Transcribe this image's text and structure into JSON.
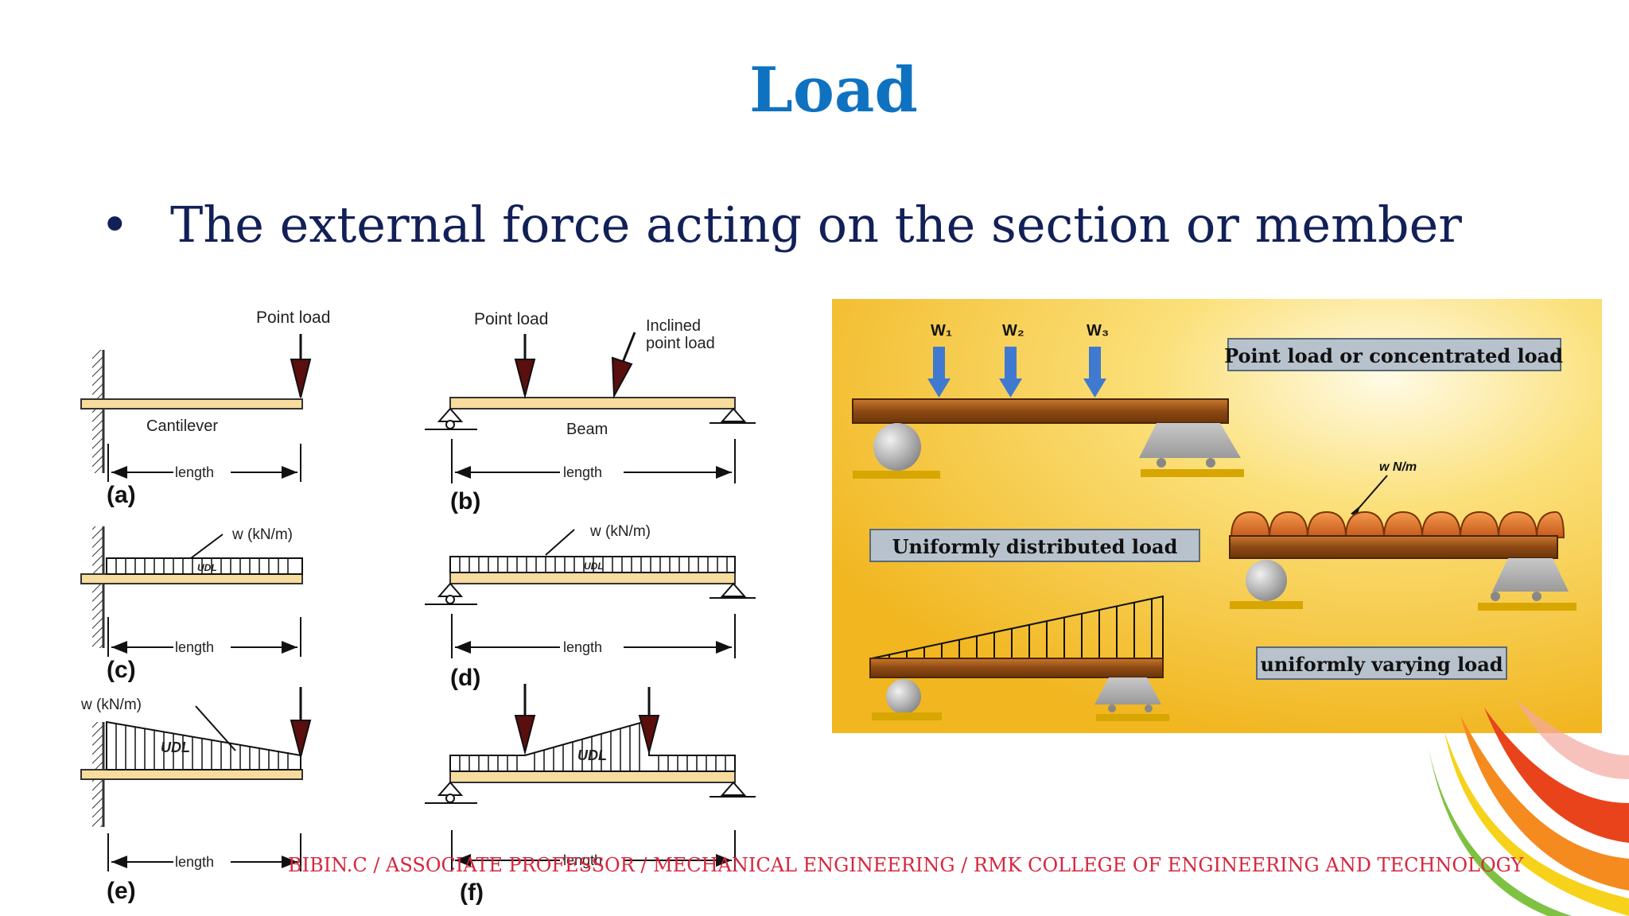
{
  "slide": {
    "title": "Load",
    "bullet": "The external force acting on the section or member",
    "footer": "BIBIN.C / ASSOCIATE PROFESSOR / MECHANICAL ENGINEERING / RMK COLLEGE OF ENGINEERING AND TECHNOLOGY"
  },
  "left_diagram": {
    "point_load": "Point load",
    "inclined_line1": "Inclined",
    "inclined_line2": "point load",
    "cantilever": "Cantilever",
    "beam": "Beam",
    "length": "length",
    "w_label": "w  (kN/m)",
    "udl": "UDL",
    "labels": [
      "(a)",
      "(b)",
      "(c)",
      "(d)",
      "(e)",
      "(f)"
    ]
  },
  "right_diagram": {
    "w1": "W₁",
    "w2": "W₂",
    "w3": "W₃",
    "point_load_box": "Point load or concentrated load",
    "udl_box": "Uniformly distributed load",
    "uvl_box": "uniformly varying load",
    "w_per_m": "w N/m"
  },
  "colors": {
    "title": "#0f72c1",
    "bullet": "#122057",
    "footer": "#d7263d",
    "beam_fill": "#f8dc9e",
    "arrow": "#5a0e0e",
    "panel_yellow": "#f6c12e",
    "wood": "#9b5418",
    "load_blue": "#3f7ad0"
  }
}
